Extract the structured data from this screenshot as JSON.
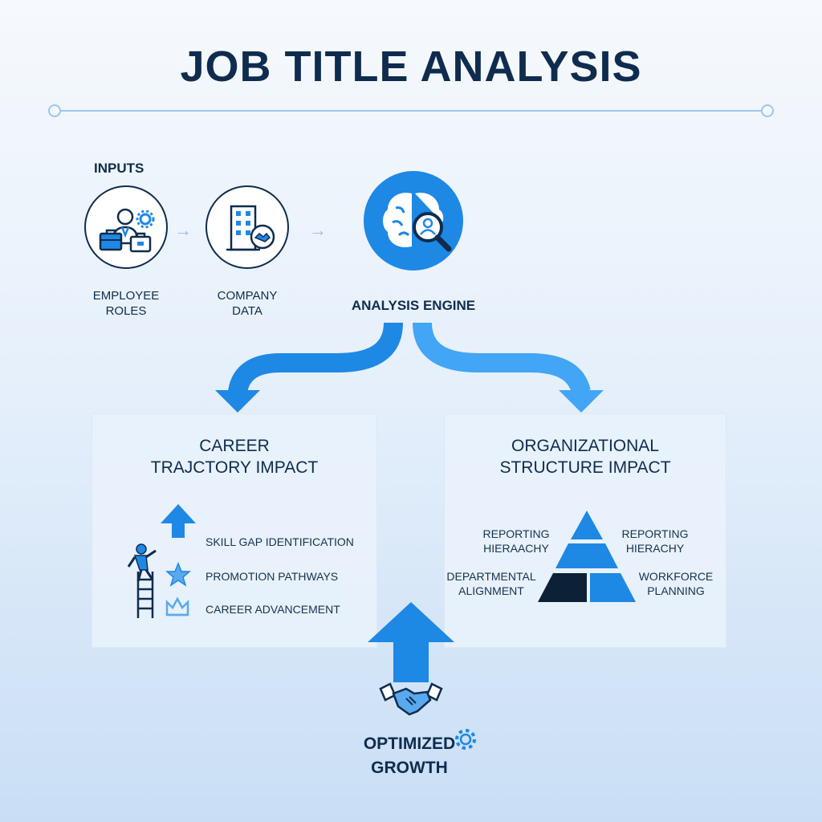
{
  "title": "JOB TITLE ANALYSIS",
  "inputs": {
    "label": "INPUTS",
    "items": [
      {
        "label": "EMPLOYEE\nROLES",
        "icon": "employee-briefcase-icon"
      },
      {
        "label": "COMPANY\nDATA",
        "icon": "building-handshake-icon"
      }
    ]
  },
  "engine": {
    "label": "ANALYSIS ENGINE",
    "icon": "brain-magnifier-icon"
  },
  "career": {
    "title": "CAREER\nTRAJCTORY IMPACT",
    "items": [
      {
        "label": "SKILL GAP IDENTIFICATION",
        "icon": "up-arrow-icon"
      },
      {
        "label": "PROMOTION PATHWAYS",
        "icon": "star-icon"
      },
      {
        "label": "CAREER ADVANCEMENT",
        "icon": "crown-icon"
      }
    ]
  },
  "org": {
    "title": "ORGANIZATIONAL\nSTRUCTURE IMPACT",
    "labels": {
      "top_left": "REPORTING\nHIERAACHY",
      "top_right": "REPORTING\nHIERACHY",
      "bottom_left": "DEPARTMENTAL\nALIGNMENT",
      "bottom_right": "WORKFORCE\nPLANNING"
    }
  },
  "growth": {
    "label": "OPTIMIZED\nGROWTH",
    "icons": [
      "handshake-icon",
      "gear-icon"
    ]
  },
  "colors": {
    "navy": "#0f2c4f",
    "blue": "#1e88e5",
    "light_blue": "#42a5f5",
    "dark_block": "#0d2136"
  }
}
